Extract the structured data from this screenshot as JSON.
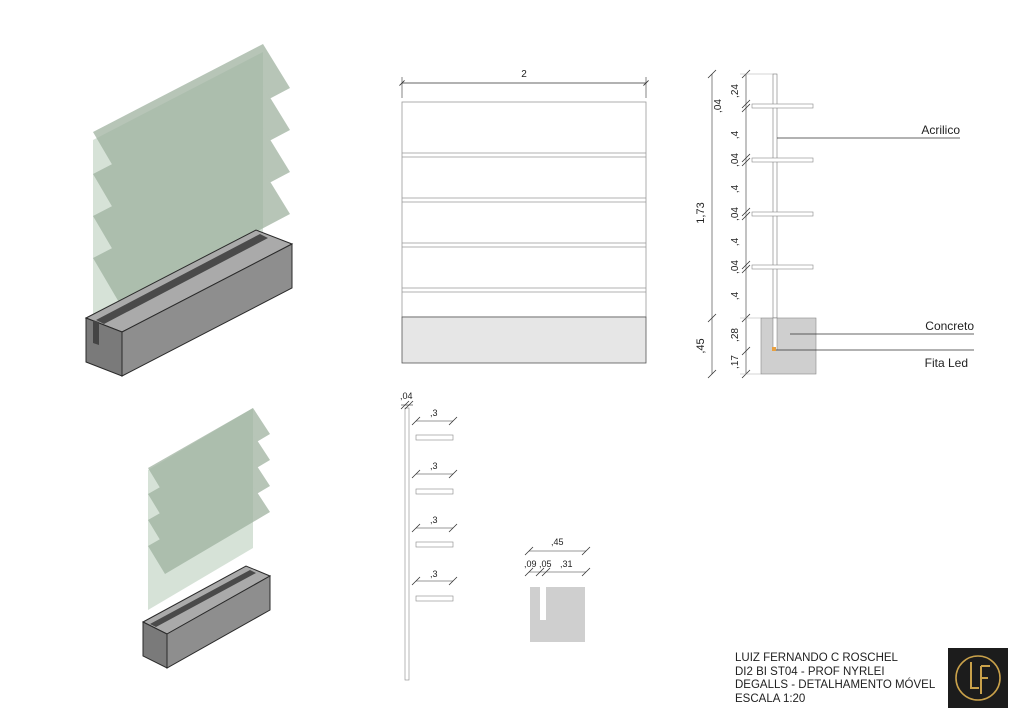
{
  "elevation": {
    "width_dim": "2"
  },
  "section": {
    "dims": [
      ",24",
      ",04",
      ",4",
      ",04",
      ",4",
      ",04",
      ",4",
      ",04",
      ",4",
      ",28",
      ",17"
    ],
    "total_upper": "1,73",
    "total_base": ",45",
    "labels": {
      "acrylic": "Acrilico",
      "concrete": "Concreto",
      "led": "Fita Led"
    }
  },
  "plan": {
    "thickness": ",04",
    "shelf_dims": [
      ",3",
      ",3",
      ",3",
      ",3"
    ]
  },
  "base_section": {
    "total": ",45",
    "parts": [
      ",09",
      ",05",
      ",31"
    ]
  },
  "title_block": {
    "author": "LUIZ FERNANDO C ROSCHEL",
    "course": "DI2 BI ST04 - PROF NYRLEI",
    "project": "DEGALLS - DETALHAMENTO MÓVEL",
    "scale": "ESCALA 1:20"
  },
  "logo": {
    "text": "LF",
    "accent": "#c9a14a"
  },
  "colors": {
    "glass": "#b9ccbb",
    "concrete": "#8b8b8b",
    "fill": "#cfcfcf",
    "line": "#333333"
  }
}
